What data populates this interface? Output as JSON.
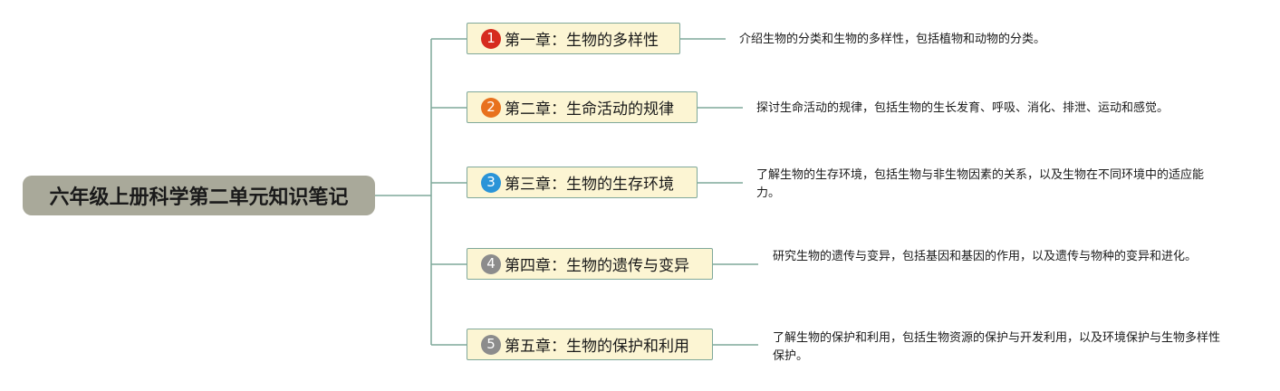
{
  "colors": {
    "root_fill": "#a9a99a",
    "chapter_fill": "#fcf5d3",
    "connector": "#7fa89a"
  },
  "root": {
    "title": "六年级上册科学第二单元知识笔记"
  },
  "chapters": [
    {
      "number": "1",
      "badge_color": "#d62b1f",
      "label": "第一章：生物的多样性",
      "description": "介绍生物的分类和生物的多样性，包括植物和动物的分类。"
    },
    {
      "number": "2",
      "badge_color": "#e8711e",
      "label": "第二章：生命活动的规律",
      "description": "探讨生命活动的规律，包括生物的生长发育、呼吸、消化、排泄、运动和感觉。"
    },
    {
      "number": "3",
      "badge_color": "#2a94d8",
      "label": "第三章：生物的生存环境",
      "description": "了解生物的生存环境，包括生物与非生物因素的关系，以及生物在不同环境中的适应能力。"
    },
    {
      "number": "4",
      "badge_color": "#8c8c8c",
      "label": "第四章：生物的遗传与变异",
      "description": "研究生物的遗传与变异，包括基因和基因的作用，以及遗传与物种的变异和进化。"
    },
    {
      "number": "5",
      "badge_color": "#8c8c8c",
      "label": "第五章：生物的保护和利用",
      "description": "了解生物的保护和利用，包括生物资源的保护与开发利用，以及环境保护与生物多样性保护。"
    }
  ]
}
